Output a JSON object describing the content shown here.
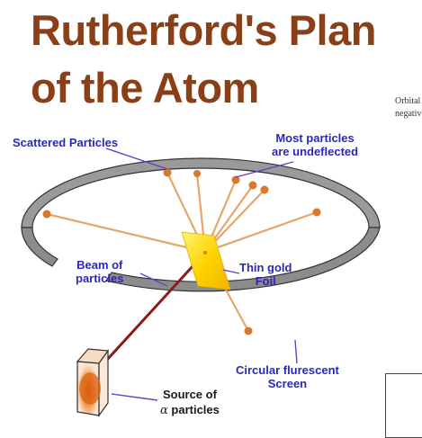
{
  "title": {
    "line1": "Rutherford's Plan",
    "line2": "of the Atom"
  },
  "side_note": {
    "line1": "Orbital",
    "line2": "negative"
  },
  "labels": {
    "scattered": "Scattered Particles",
    "undeflected_1": "Most particles",
    "undeflected_2": "are undeflected",
    "beam_1": "Beam of",
    "beam_2": "particles",
    "foil_1": "Thin gold",
    "foil_2": "Foil",
    "screen_1": "Circular flurescent",
    "screen_2": "Screen",
    "source_1": "Source of",
    "source_2": "particles",
    "alpha": "α"
  },
  "colors": {
    "title": "#8a3f17",
    "label": "#2a28b8",
    "beam": "#8b1a1a",
    "ray": "#e6a56a",
    "dot": "#d9772b",
    "ring": "#8a8a8a",
    "foil": "#ffd400"
  }
}
